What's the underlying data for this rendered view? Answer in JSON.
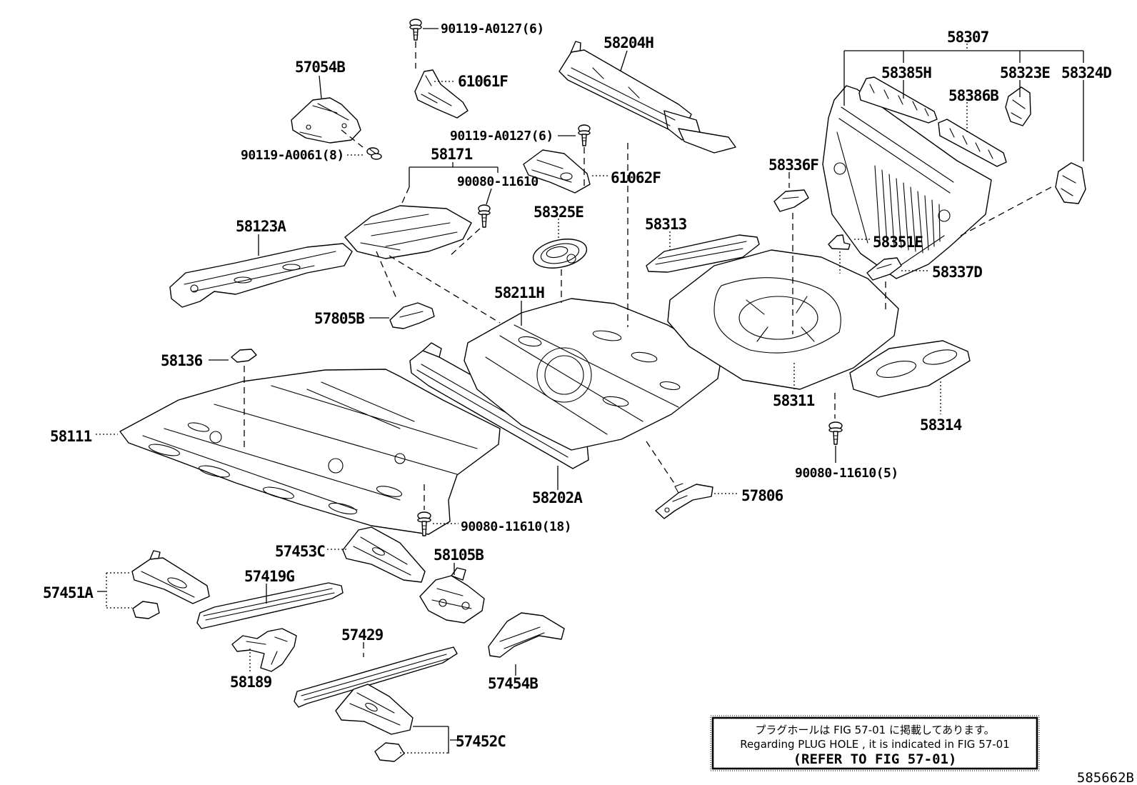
{
  "diagram": {
    "code": "585662B",
    "background": "#ffffff",
    "line_color": "#000000",
    "note": {
      "jp": "プラグホールは FIG  57-01 に掲載してあります。",
      "en": "Regarding  PLUG  HOLE , it is indicated in FIG  57-01",
      "ref": "(REFER  TO  FIG  57-01)"
    }
  },
  "labels": [
    {
      "text": "90119-A0127(6)"
    },
    {
      "text": "57054B"
    },
    {
      "text": "61061F"
    },
    {
      "text": "58204H"
    },
    {
      "text": "58307"
    },
    {
      "text": "58385H"
    },
    {
      "text": "58323E"
    },
    {
      "text": "58324D"
    },
    {
      "text": "58386B"
    },
    {
      "text": "90119-A0127(6)"
    },
    {
      "text": "90119-A0061(8)"
    },
    {
      "text": "58171"
    },
    {
      "text": "90080-11610"
    },
    {
      "text": "61062F"
    },
    {
      "text": "58336F"
    },
    {
      "text": "58325E"
    },
    {
      "text": "58313"
    },
    {
      "text": "58123A"
    },
    {
      "text": "58351E"
    },
    {
      "text": "58337D"
    },
    {
      "text": "58211H"
    },
    {
      "text": "57805B"
    },
    {
      "text": "58136"
    },
    {
      "text": "58111"
    },
    {
      "text": "58311"
    },
    {
      "text": "58314"
    },
    {
      "text": "90080-11610(5)"
    },
    {
      "text": "58202A"
    },
    {
      "text": "57806"
    },
    {
      "text": "90080-11610(18)"
    },
    {
      "text": "57453C"
    },
    {
      "text": "58105B"
    },
    {
      "text": "57419G"
    },
    {
      "text": "57451A"
    },
    {
      "text": "57429"
    },
    {
      "text": "58189"
    },
    {
      "text": "57454B"
    },
    {
      "text": "57452C"
    }
  ]
}
